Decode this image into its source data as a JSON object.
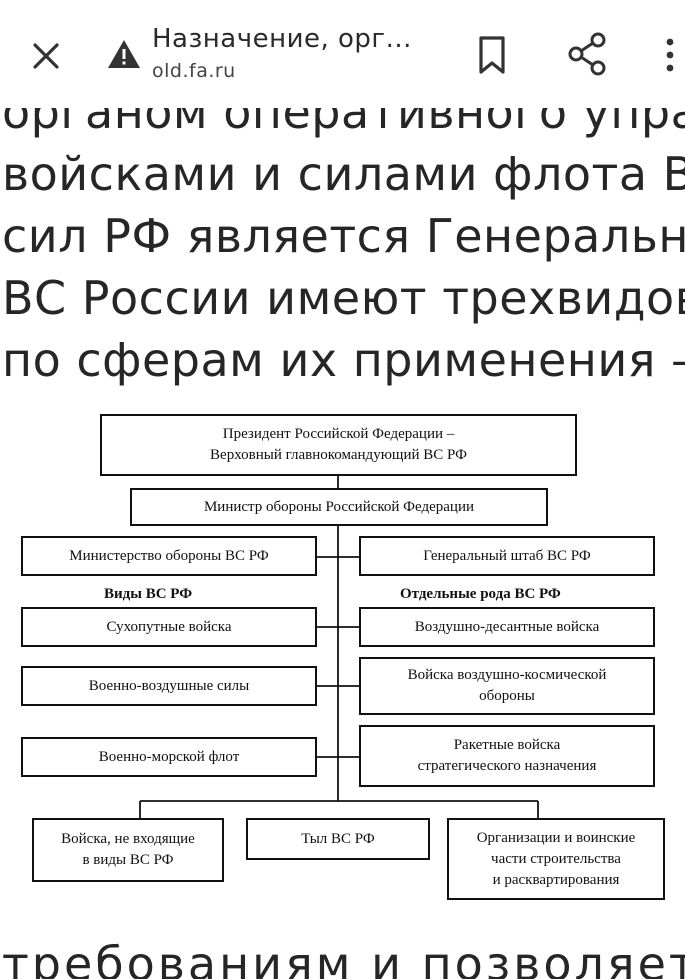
{
  "browser": {
    "title": "Назначение, орг...",
    "url": "old.fa.ru",
    "icons": [
      "close-icon",
      "warning-icon",
      "bookmark-icon",
      "share-icon",
      "more-vert-icon"
    ]
  },
  "article": {
    "lines": [
      "органом оперативного упра",
      "войсками и силами флота В",
      "сил РФ является Генеральн",
      "ВС России имеют трехвидов",
      "по сферам их применения –"
    ],
    "bottom_line": "требованиям и позволяет"
  },
  "diagram": {
    "president": [
      "Президент Российской Федерации –",
      "Верховный главнокомандующий ВС РФ"
    ],
    "minister": "Министр обороны Российской Федерации",
    "ministry": "Министерство обороны ВС РФ",
    "general_staff": "Генеральный штаб ВС РФ",
    "types_header": "Виды ВС РФ",
    "branches_header": "Отдельные рода ВС РФ",
    "types": [
      "Сухопутные войска",
      "Военно-воздушные силы",
      "Военно-морской флот"
    ],
    "branches": [
      [
        "Воздушно-десантные войска"
      ],
      [
        "Войска воздушно-космической",
        "обороны"
      ],
      [
        "Ракетные войска",
        "стратегического назначения"
      ]
    ],
    "bottom": [
      [
        "Войска, не входящие",
        "в виды ВС РФ"
      ],
      [
        "Тыл ВС РФ"
      ],
      [
        "Организации и воинские",
        "части строительства",
        "и расквартирования"
      ]
    ]
  }
}
